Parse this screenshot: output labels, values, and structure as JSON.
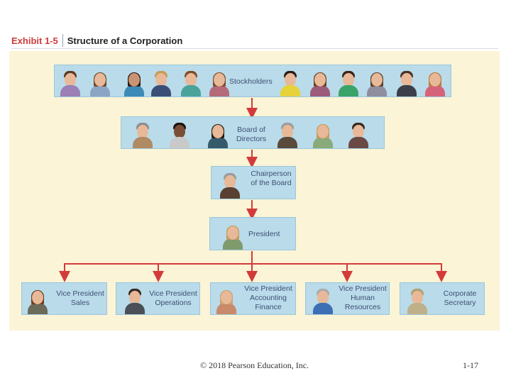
{
  "exhibit": {
    "number": "Exhibit 1-5",
    "title": "Structure of a Corporation"
  },
  "org": {
    "stockholders": {
      "label": "Stockholders"
    },
    "board": {
      "label": "Board of Directors"
    },
    "chairperson": {
      "label": "Chairperson of the Board"
    },
    "president": {
      "label": "President"
    },
    "officers": [
      {
        "label": "Vice President Sales"
      },
      {
        "label": "Vice President Operations"
      },
      {
        "label": "Vice President Accounting Finance"
      },
      {
        "label": "Vice President Human Resources"
      },
      {
        "label": "Corporate Secretary"
      }
    ]
  },
  "colors": {
    "box_fill": "#b9dbea",
    "panel_fill": "#fbf4d6",
    "arrow": "#d33b3b",
    "label_text": "#3f4f73",
    "exhibit_number": "#cf3b3b"
  },
  "footer": {
    "copyright": "© 2018 Pearson Education, Inc.",
    "page": "1-17"
  }
}
